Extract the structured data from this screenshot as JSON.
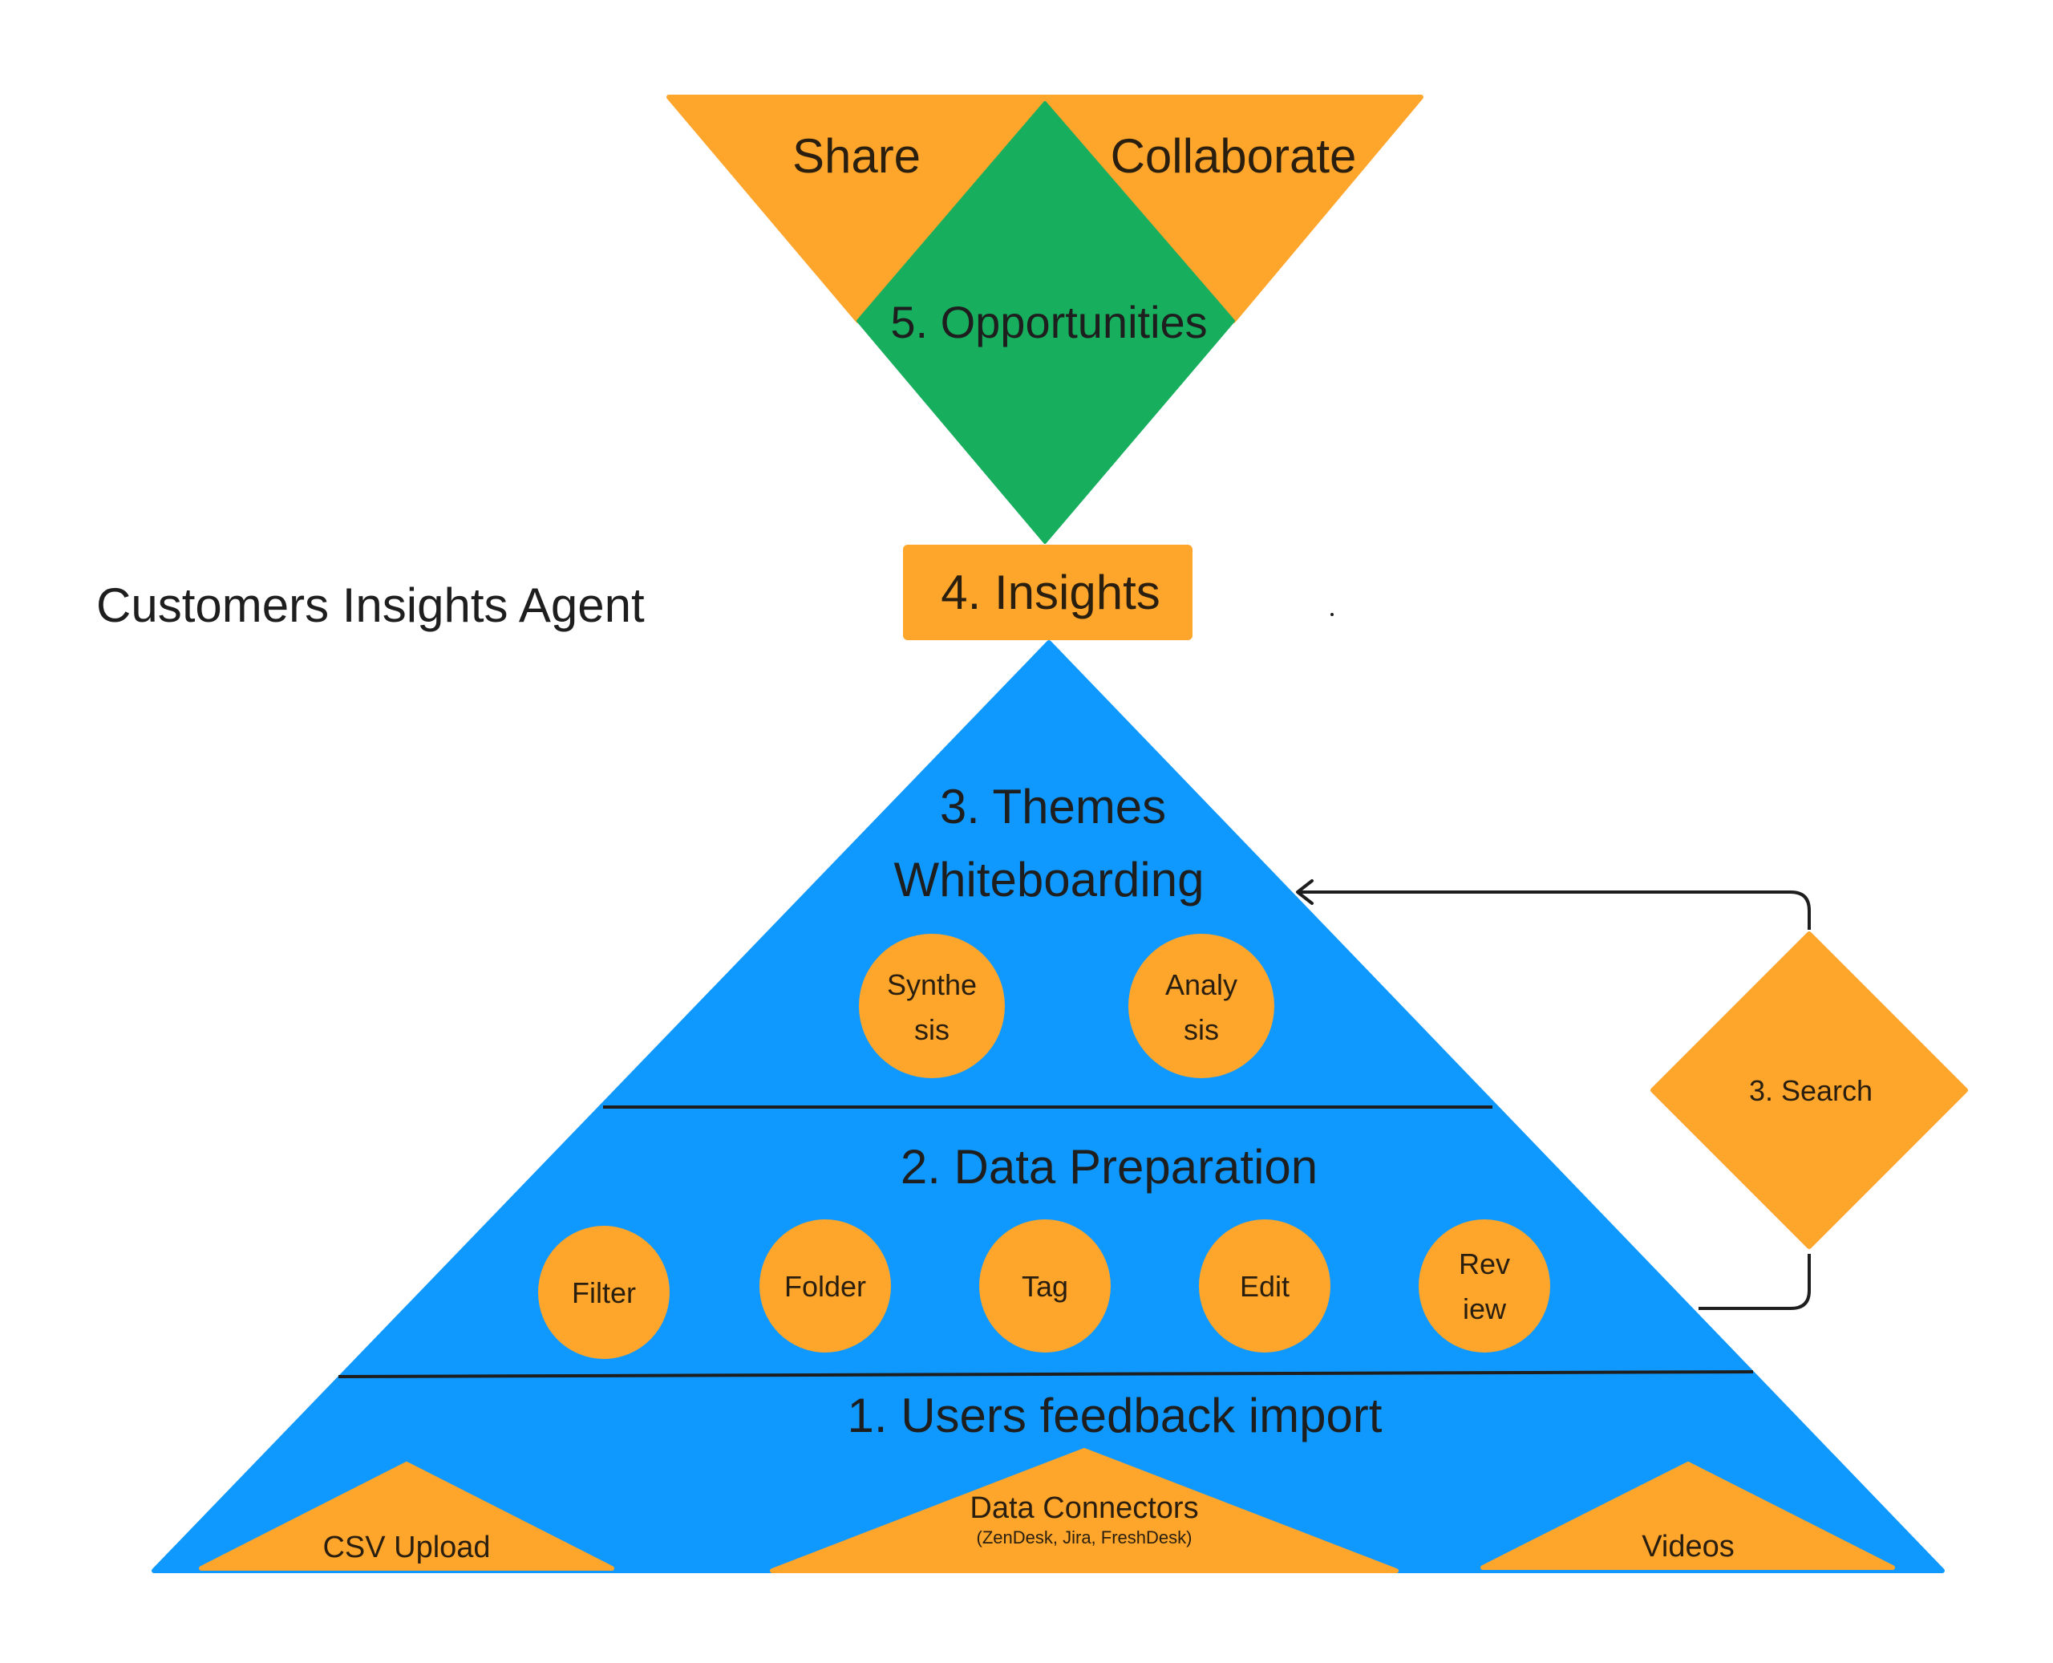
{
  "title": "Customers Insights Agent",
  "colors": {
    "orange": "#FEA52B",
    "green": "#17AE5E",
    "blue": "#0F99FE",
    "text_dark": "#1E1E1E",
    "text_brown": "#2A1F0F",
    "line": "#1E1E1E"
  },
  "funnel": {
    "left_label": "Share",
    "right_label": "Collaborate",
    "center_label": "5. Opportunities"
  },
  "insights": {
    "label": "4. Insights"
  },
  "pyramid": {
    "tier3": {
      "title_line1": "3. Themes",
      "title_line2": "Whiteboarding",
      "items": [
        {
          "line1": "Synthe",
          "line2": "sis"
        },
        {
          "line1": "Analy",
          "line2": "sis"
        }
      ]
    },
    "tier2": {
      "title": "2. Data Preparation",
      "items": [
        {
          "line1": "Filter",
          "line2": ""
        },
        {
          "line1": "Folder",
          "line2": ""
        },
        {
          "line1": "Tag",
          "line2": ""
        },
        {
          "line1": "Edit",
          "line2": ""
        },
        {
          "line1": "Rev",
          "line2": "iew"
        }
      ]
    },
    "tier1": {
      "title": "1. Users feedback import",
      "sources": [
        {
          "label": "CSV Upload",
          "sublabel": ""
        },
        {
          "label": "Data Connectors",
          "sublabel": "(ZenDesk, Jira, FreshDesk)"
        },
        {
          "label": "Videos",
          "sublabel": ""
        }
      ]
    }
  },
  "search": {
    "label": "3. Search"
  }
}
